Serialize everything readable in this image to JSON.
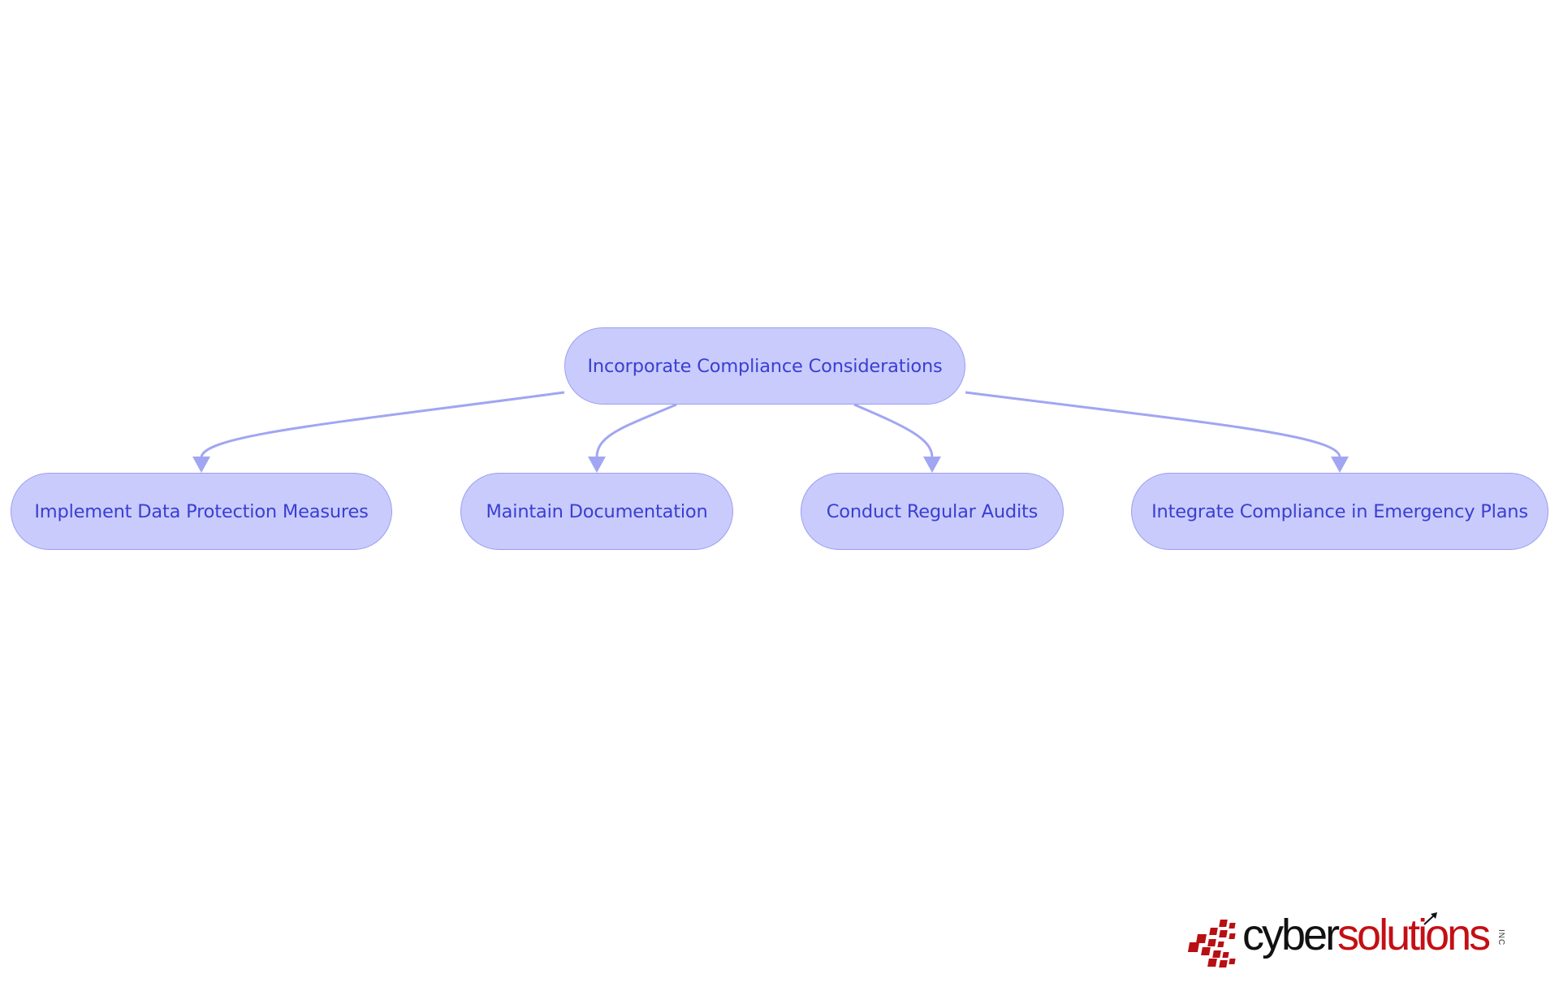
{
  "diagram": {
    "root": {
      "label": "Incorporate Compliance Considerations"
    },
    "children": [
      {
        "label": "Implement Data Protection Measures"
      },
      {
        "label": "Maintain Documentation"
      },
      {
        "label": "Conduct Regular Audits"
      },
      {
        "label": "Integrate Compliance in Emergency Plans"
      }
    ],
    "colors": {
      "node_fill": "#c9cbfd",
      "node_border": "#9aa0ee",
      "node_text": "#3a3fd0",
      "edge": "#a0a6f2"
    }
  },
  "logo": {
    "word1": "cyber",
    "word2": "solutions",
    "suffix": "INC",
    "colors": {
      "word1": "#111111",
      "word2": "#c40f14"
    }
  }
}
